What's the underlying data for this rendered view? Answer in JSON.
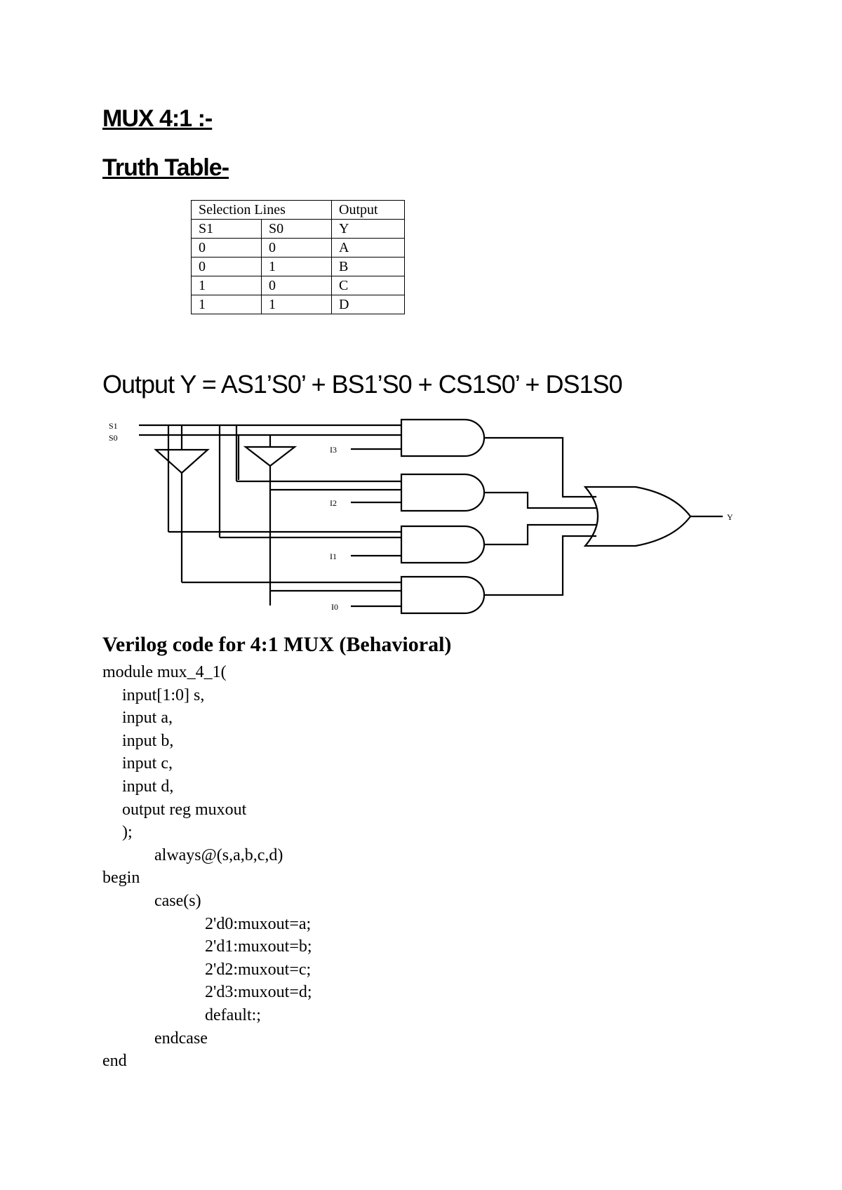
{
  "heading": "MUX 4:1 :-",
  "subheading": "Truth Table-",
  "truth_table": {
    "header_group": "Selection Lines",
    "header_output": "Output",
    "columns": [
      "S1",
      "S0",
      "Y"
    ],
    "rows": [
      [
        "0",
        "0",
        "A"
      ],
      [
        "0",
        "1",
        "B"
      ],
      [
        "1",
        "0",
        "C"
      ],
      [
        "1",
        "1",
        "D"
      ]
    ]
  },
  "expression": "Output Y = AS1’S0’ + BS1’S0 + CS1S0’ + DS1S0",
  "circuit": {
    "select_labels": [
      "S1",
      "S0"
    ],
    "input_labels": [
      "I3",
      "I2",
      "I1",
      "I0"
    ],
    "output_label": "Y"
  },
  "code_title": "Verilog code for 4:1 MUX (Behavioral)",
  "code_lines": [
    "module mux_4_1(",
    "input[1:0] s,",
    "input a,",
    "input b,",
    "input c,",
    "input d,",
    "output reg muxout",
    ");",
    "always@(s,a,b,c,d)",
    "begin",
    "case(s)",
    "2'd0:muxout=a;",
    "2'd1:muxout=b;",
    "2'd2:muxout=c;",
    "2'd3:muxout=d;",
    "default:;",
    "endcase",
    "end"
  ]
}
